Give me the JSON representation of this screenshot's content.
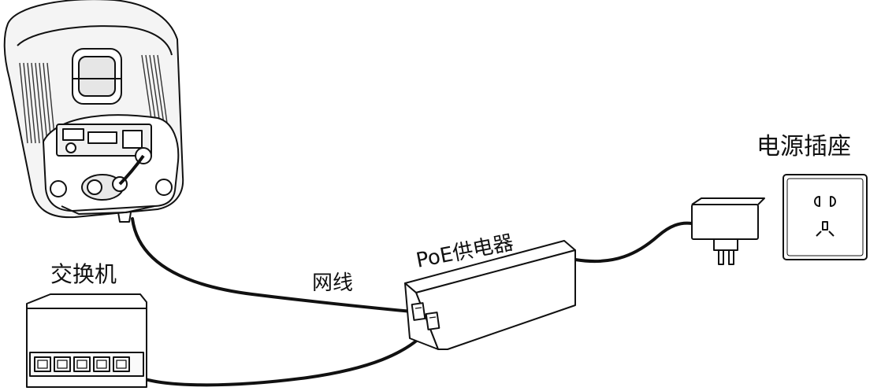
{
  "labels": {
    "power_socket": "电源插座",
    "poe_injector": "PoE供电器",
    "switch": "交换机",
    "network_cable": "网线"
  },
  "colors": {
    "line": "#111111",
    "camera_fill": "#f4f4f4",
    "background": "#ffffff"
  },
  "icons": {
    "camera": "dome-camera-open-icon",
    "switch": "network-switch-icon",
    "injector": "poe-injector-icon",
    "adapter": "power-adapter-icon",
    "socket": "wall-socket-icon"
  }
}
